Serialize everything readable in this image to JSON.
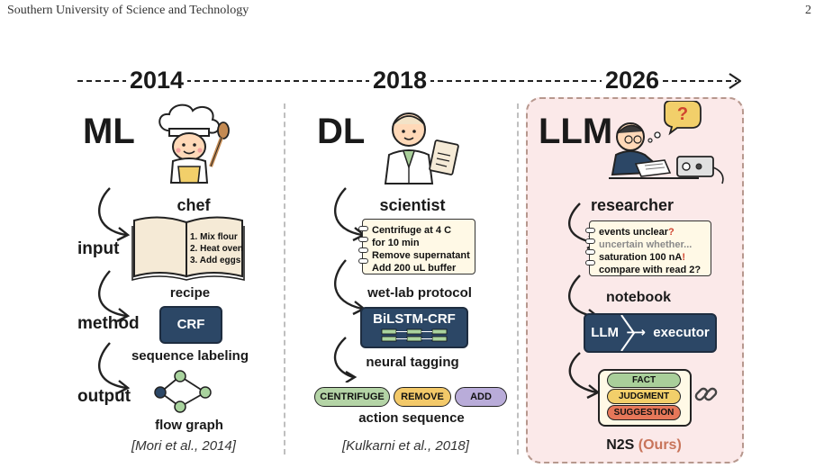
{
  "header": {
    "institution": "Southern University of Science and Technology",
    "page_number": "2"
  },
  "timeline": {
    "years": [
      "2014",
      "2018",
      "2026"
    ]
  },
  "panels": {
    "ml": {
      "era": "ML",
      "role": "chef",
      "stages": {
        "input": "input",
        "method": "method",
        "output": "output"
      },
      "recipe_lines": [
        "1. Mix flour",
        "2. Heat oven",
        "3. Add eggs"
      ],
      "input_caption": "recipe",
      "method_label": "CRF",
      "method_caption": "sequence labeling",
      "output_caption": "flow graph",
      "citation": "[Mori et al., 2014]"
    },
    "dl": {
      "era": "DL",
      "role": "scientist",
      "protocol_lines": [
        "Centrifuge at 4 C",
        "for 10 min",
        "Remove supernatant",
        "Add 200 uL buffer"
      ],
      "input_caption": "wet-lab protocol",
      "method_label": "BiLSTM-CRF",
      "method_caption": "neural tagging",
      "actions": [
        "CENTRIFUGE",
        "REMOVE",
        "ADD"
      ],
      "output_caption": "action sequence",
      "citation": "[Kulkarni et al., 2018]"
    },
    "llm": {
      "era": "LLM",
      "role": "researcher",
      "thought": "?",
      "notebook": {
        "line1": "events unclear",
        "line1_mark": "?",
        "line2": "uncertain whether...",
        "line3": "saturation 100 nA",
        "line3_mark": "!",
        "line4": "compare with read 2?"
      },
      "input_caption": "notebook",
      "method_left": "LLM",
      "method_right": "executor",
      "tags": [
        "FACT",
        "JUDGMENT",
        "SUGGESTION"
      ],
      "output_name": "N2S",
      "output_tag": "(Ours)"
    }
  },
  "colors": {
    "panel_bg": "#fbe9e9",
    "panel_border": "#b7988e",
    "dark_box": "#2c4766",
    "fact": "#a9cf9a",
    "judgment": "#f2cf6a",
    "suggestion": "#e67759",
    "centrifuge": "#b4d4a6",
    "remove": "#f3c969",
    "add": "#b9acd9",
    "graph_node": "#a9d39e",
    "graph_start": "#2c4766",
    "accent": "#c8745a",
    "question": "#d0442e"
  }
}
